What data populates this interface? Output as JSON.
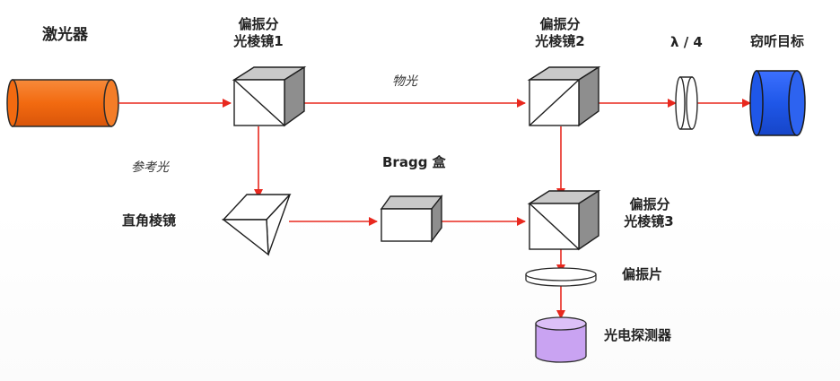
{
  "labels": {
    "laser": "激光器",
    "pbs1_line1": "偏振分",
    "pbs1_line2": "光棱镜1",
    "pbs2_line1": "偏振分",
    "pbs2_line2": "光棱镜2",
    "quarter_wave": "λ / 4",
    "target": "窃听目标",
    "object_light": "物光",
    "reference_light": "参考光",
    "bragg_cell": "Bragg 盒",
    "right_angle_prism": "直角棱镜",
    "pbs3_line1": "偏振分",
    "pbs3_line2": "光棱镜3",
    "polarizer": "偏振片",
    "photodetector": "光电探测器"
  },
  "colors": {
    "beam": "#e8281e",
    "laser_body": "#f26a10",
    "target_body": "#1f57e8",
    "detector_body": "#c9a3f2",
    "cube_front": "#ffffff",
    "cube_top": "#c9c9c9",
    "cube_side": "#8e8e8e"
  }
}
